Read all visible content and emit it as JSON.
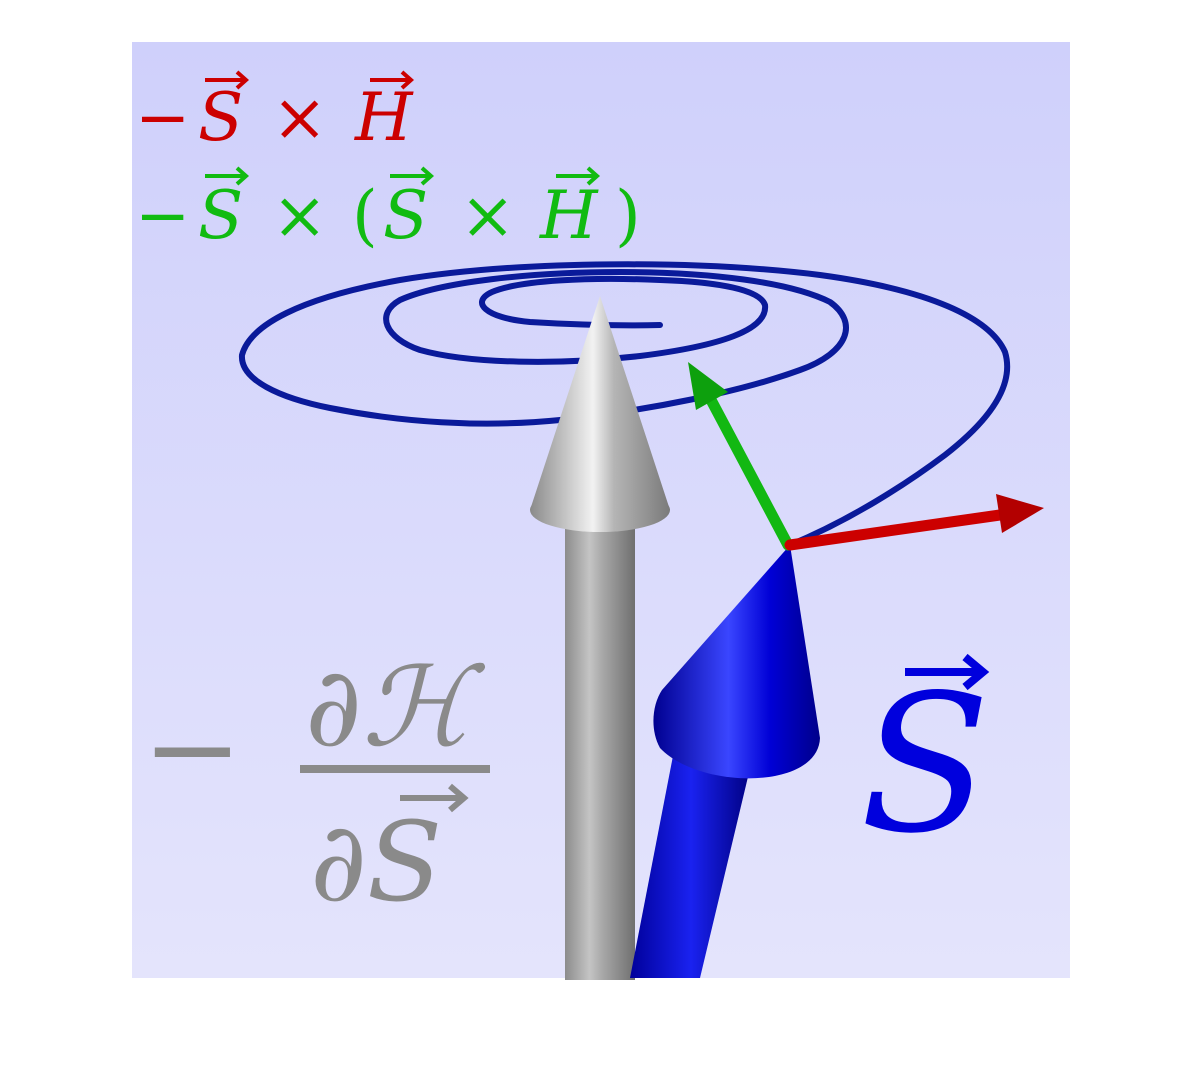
{
  "colors": {
    "panel_top": "#cfd0fb",
    "panel_bottom": "#e4e4fc",
    "precession": "#cc0000",
    "damping": "#11bb11",
    "spin": "#0000dd",
    "field": "#8a8a8a",
    "trajectory": "#0a1a9a"
  },
  "labels": {
    "precession": {
      "minus": "−",
      "s": "S",
      "cross": "×",
      "h": "H"
    },
    "damping": {
      "minus": "−",
      "s1": "S",
      "cross1": "×",
      "lparen": "(",
      "s2": "S",
      "cross2": "×",
      "h": "H",
      "rparen": ")"
    },
    "field": {
      "minus": "−",
      "numerator": "∂ℋ",
      "denominator": "∂S"
    },
    "spin": "S"
  },
  "icons": {
    "field_arrow": "gray-arrow-icon",
    "spin_arrow": "blue-arrow-icon",
    "precession_arrow": "red-arrow-icon",
    "damping_arrow": "green-arrow-icon",
    "trajectory": "spiral-trajectory"
  }
}
